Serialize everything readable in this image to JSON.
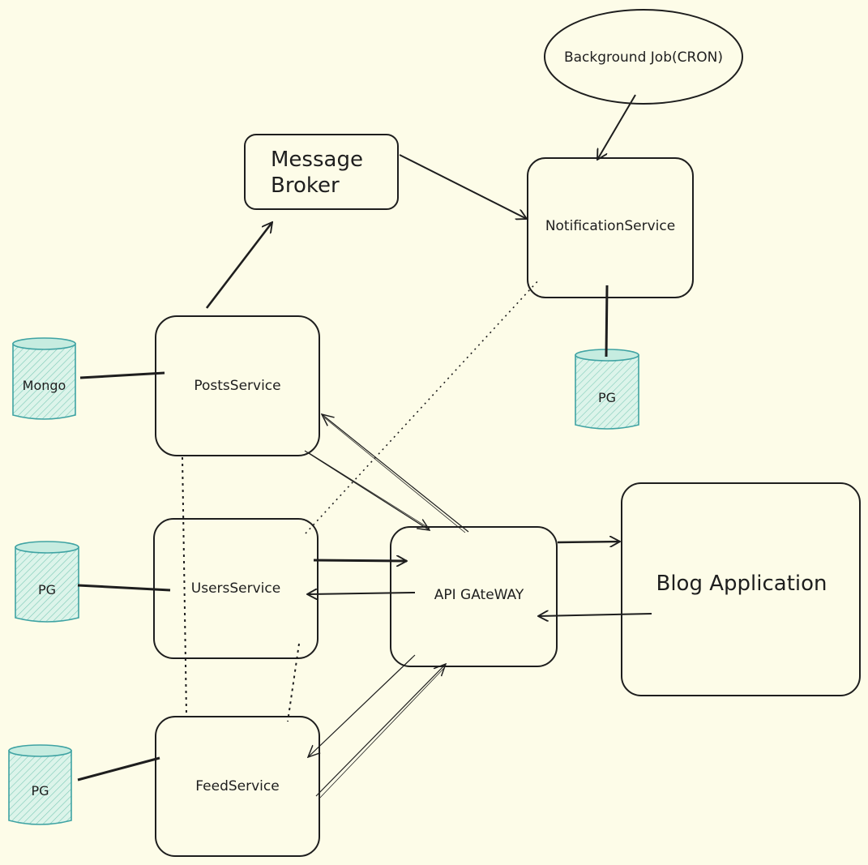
{
  "diagram": {
    "colors": {
      "background": "#fdfce8",
      "stroke": "#1e1e1e",
      "db_stroke": "#3fa3a3",
      "db_fill": "#c6ece0"
    },
    "nodes": {
      "background_job": "Background Job(CRON)",
      "message_broker": "Message Broker",
      "notification_service": "NotificationService",
      "posts_service": "PostsService",
      "users_service": "UsersService",
      "feed_service": "FeedService",
      "api_gateway": "API GAteWAY",
      "blog_application": "Blog Application"
    },
    "databases": {
      "posts_db": "Mongo",
      "notification_db": "PG",
      "users_db": "PG",
      "feed_db": "PG"
    }
  }
}
